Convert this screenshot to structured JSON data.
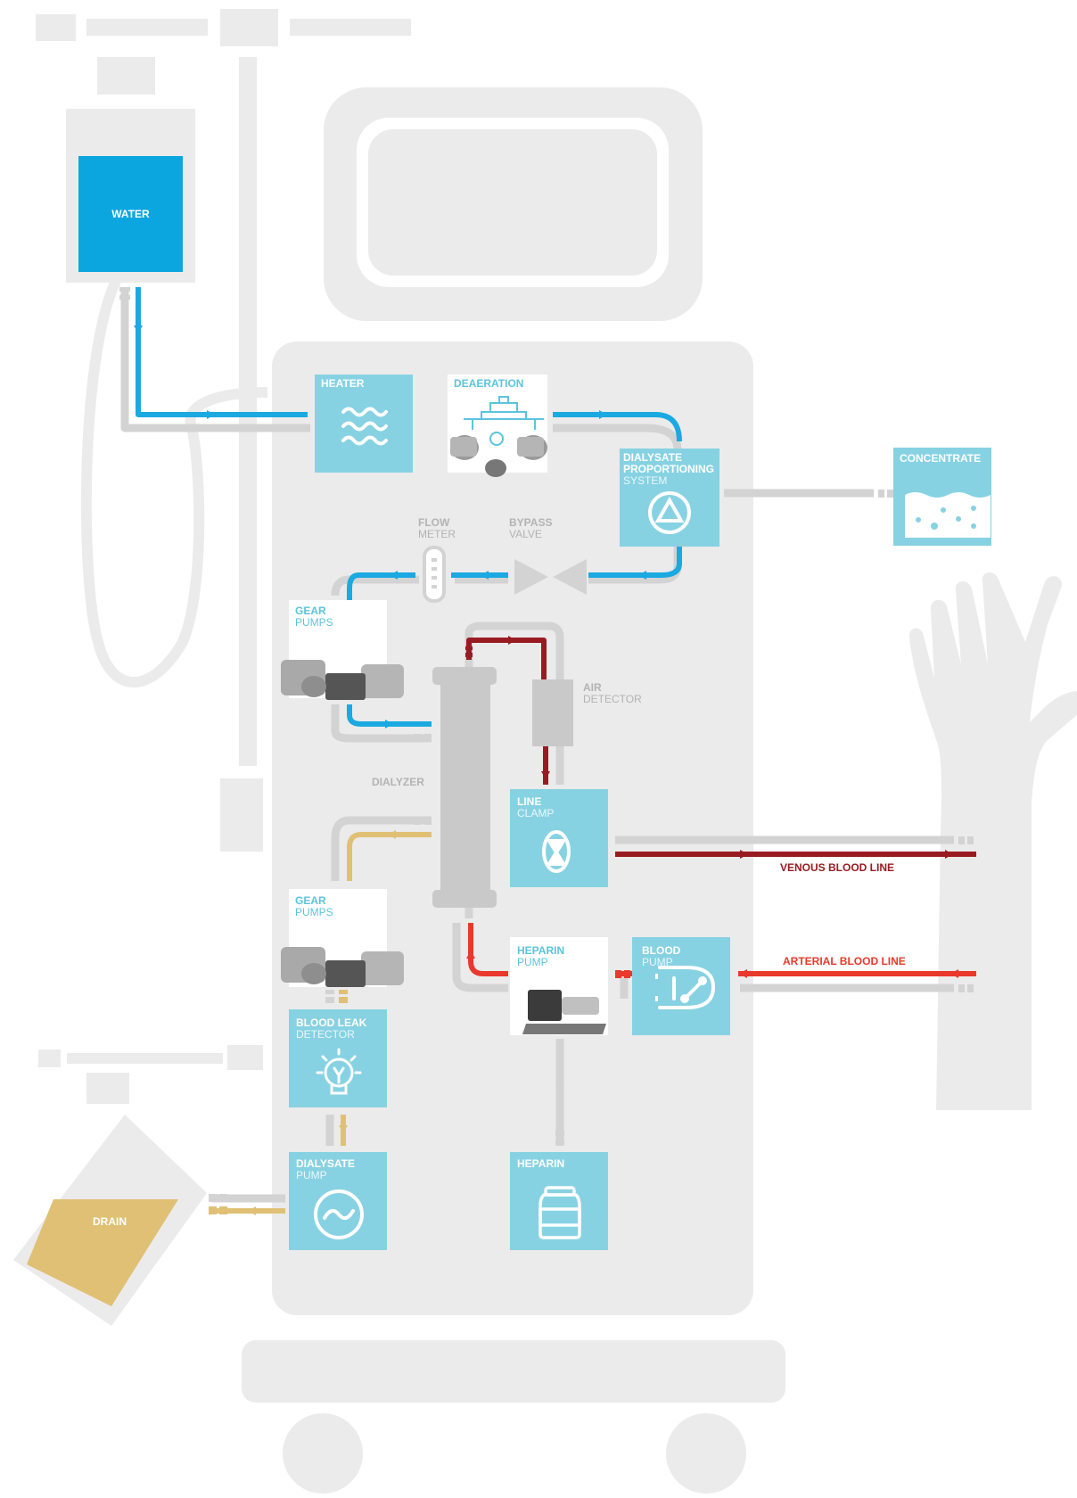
{
  "colors": {
    "machine": "#ebebeb",
    "pipe": "#d3d3d3",
    "dialysate_blue": "#1ba9e1",
    "component_teal": "#87d2e2",
    "water_blue": "#0ba6e0",
    "venous_red": "#991b22",
    "arterial_red": "#e8392c",
    "spent_gold": "#e0c074",
    "label_cyan": "#5bc4dc",
    "label_grey": "#b3b3b3"
  },
  "labels": {
    "water": "WATER",
    "heater": "HEATER",
    "deaeration": "DEAERATION",
    "dps_1": "DIALYSATE",
    "dps_2": "PROPORTIONING",
    "dps_3": "SYSTEM",
    "concentrate": "CONCENTRATE",
    "flow_1": "FLOW",
    "flow_2": "METER",
    "bypass_1": "BYPASS",
    "bypass_2": "VALVE",
    "gear_top_1": "GEAR",
    "gear_top_2": "PUMPS",
    "air_1": "AIR",
    "air_2": "DETECTOR",
    "dialyzer": "DIALYZER",
    "clamp_1": "LINE",
    "clamp_2": "CLAMP",
    "venous": "VENOUS BLOOD LINE",
    "gear_bottom_1": "GEAR",
    "gear_bottom_2": "PUMPS",
    "heparin_pump_1": "HEPARIN",
    "heparin_pump_2": "PUMP",
    "blood_pump_1": "BLOOD",
    "blood_pump_2": "PUMP",
    "arterial": "ARTERIAL BLOOD LINE",
    "leak_1": "BLOOD LEAK",
    "leak_2": "DETECTOR",
    "dialysate_pump_1": "DIALYSATE",
    "dialysate_pump_2": "PUMP",
    "heparin": "HEPARIN",
    "drain": "DRAIN"
  },
  "icons": {
    "heater": "heat-waves-icon",
    "deaeration": "deaeration-schematic-icon",
    "dps": "triangle-in-circle-icon",
    "concentrate": "bubbles-liquid-icon",
    "flow_meter": "flow-meter-icon",
    "bypass_valve": "bowtie-valve-icon",
    "clamp": "hourglass-clamp-icon",
    "blood_pump": "peristaltic-pump-icon",
    "leak": "lightbulb-icon",
    "dialysate_pump": "sine-wave-circle-icon",
    "heparin": "jar-icon",
    "hand": "hand-arm-icon"
  }
}
